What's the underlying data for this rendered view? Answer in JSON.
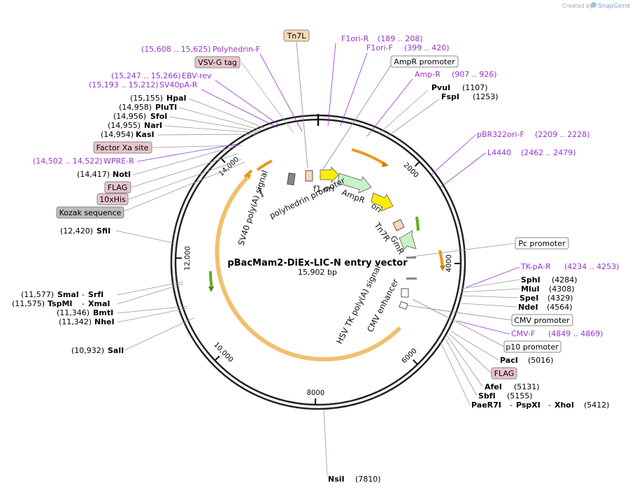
{
  "watermark": {
    "prefix": "Created by",
    "brand": "SnapGene"
  },
  "map": {
    "title": "pBacMam2-DiEx-LIC-N entry vector",
    "length": "15,902 bp",
    "total_bp": 15902
  },
  "colors": {
    "primer": "#9933cc",
    "enzyme": "#000000",
    "backbone": "#222222",
    "orange_arrow": "#ff9900",
    "green_arrow": "#99cc33",
    "tag_pink": "#e8c4cc",
    "gray_box": "#bdbdbd",
    "tn7_box": "#f8d8b8"
  },
  "ticks": [
    {
      "bp": 2000,
      "label": "2000"
    },
    {
      "bp": 4000,
      "label": "4000"
    },
    {
      "bp": 6000,
      "label": "6000"
    },
    {
      "bp": 8000,
      "label": "8000"
    },
    {
      "bp": 10000,
      "label": "10,000"
    },
    {
      "bp": 12000,
      "label": "12,000"
    },
    {
      "bp": 14000,
      "label": "14,000"
    }
  ],
  "feature_labels": {
    "sv40_polya": "SV40 poly(A) signal",
    "polyhedrin": "polyhedrin promoter",
    "f1_ori": "f1 ori",
    "ampr": "AmpR",
    "ori": "ori",
    "tn7r": "Tn7R",
    "gmr": "GmR",
    "hsv_tk": "HSV TK poly(A) signal",
    "cmv_enh": "CMV enhancer"
  },
  "left_labels": [
    {
      "id": "polyhedrin-f",
      "kind": "primer",
      "range": "(15,608 .. 15,625)",
      "name": "Polyhedrin-F"
    },
    {
      "id": "vsvg-tag",
      "kind": "tag",
      "name": "VSV-G tag"
    },
    {
      "id": "ebv-rev",
      "kind": "primer",
      "range": "(15,247 .. 15,266)",
      "name": "EBV-rev"
    },
    {
      "id": "sv40pa-r",
      "kind": "primer",
      "range": "(15,193 .. 15,212)",
      "name": "SV40pA-R"
    },
    {
      "id": "hpai",
      "kind": "enzyme",
      "pos": "(15,155)",
      "name": "HpaI"
    },
    {
      "id": "pluti",
      "kind": "enzyme",
      "pos": "(14,958)",
      "name": "PluTI"
    },
    {
      "id": "sfoi",
      "kind": "enzyme",
      "pos": "(14,956)",
      "name": "SfoI"
    },
    {
      "id": "nari",
      "kind": "enzyme",
      "pos": "(14,955)",
      "name": "NarI"
    },
    {
      "id": "kasi",
      "kind": "enzyme",
      "pos": "(14,954)",
      "name": "KasI"
    },
    {
      "id": "factorxa",
      "kind": "tag",
      "name": "Factor Xa site"
    },
    {
      "id": "wpre-r",
      "kind": "primer",
      "range": "(14,502 .. 14,522)",
      "name": "WPRE-R"
    },
    {
      "id": "noti",
      "kind": "enzyme",
      "pos": "(14,417)",
      "name": "NotI"
    },
    {
      "id": "flag-left",
      "kind": "tag",
      "name": "FLAG"
    },
    {
      "id": "his10",
      "kind": "tag",
      "name": "10xHis"
    },
    {
      "id": "kozak",
      "kind": "gray",
      "name": "Kozak sequence"
    },
    {
      "id": "sfii",
      "kind": "enzyme",
      "pos": "(12,420)",
      "name": "SfiI"
    },
    {
      "id": "smai",
      "kind": "enzyme",
      "pos": "(11,577)",
      "name": "SmaI",
      "name2": "SrfI"
    },
    {
      "id": "tspmi",
      "kind": "enzyme",
      "pos": "(11,575)",
      "name": "TspMI",
      "name2": "XmaI"
    },
    {
      "id": "bmti",
      "kind": "enzyme",
      "pos": "(11,346)",
      "name": "BmtI"
    },
    {
      "id": "nhei",
      "kind": "enzyme",
      "pos": "(11,342)",
      "name": "NheI"
    },
    {
      "id": "sali",
      "kind": "enzyme",
      "pos": "(10,932)",
      "name": "SalI"
    }
  ],
  "top_labels": [
    {
      "id": "tn7l",
      "kind": "tn7",
      "name": "Tn7L"
    },
    {
      "id": "f1ori-r",
      "kind": "primer",
      "name": "F1ori-R",
      "range": "(189 .. 208)"
    },
    {
      "id": "f1ori-f",
      "kind": "primer",
      "name": "F1ori-F",
      "range": "(399 .. 420)"
    },
    {
      "id": "ampr-promoter",
      "kind": "box",
      "name": "AmpR promoter"
    },
    {
      "id": "amp-r",
      "kind": "primer",
      "name": "Amp-R",
      "range": "(907 .. 926)"
    },
    {
      "id": "pvui",
      "kind": "enzyme",
      "name": "PvuI",
      "pos": "(1107)"
    },
    {
      "id": "fspi",
      "kind": "enzyme",
      "name": "FspI",
      "pos": "(1253)"
    }
  ],
  "right_labels": [
    {
      "id": "pbr322ori-f",
      "kind": "primer",
      "name": "pBR322ori-F",
      "range": "(2209 .. 2228)"
    },
    {
      "id": "l4440",
      "kind": "primer",
      "name": "L4440",
      "range": "(2462 .. 2479)"
    },
    {
      "id": "pc-promoter",
      "kind": "box",
      "name": "Pc promoter"
    },
    {
      "id": "tk-pa-r",
      "kind": "primer",
      "name": "TK-pA-R",
      "range": "(4234 .. 4253)"
    },
    {
      "id": "sphi",
      "kind": "enzyme",
      "name": "SphI",
      "pos": "(4284)"
    },
    {
      "id": "mlui",
      "kind": "enzyme",
      "name": "MluI",
      "pos": "(4308)"
    },
    {
      "id": "spei",
      "kind": "enzyme",
      "name": "SpeI",
      "pos": "(4329)"
    },
    {
      "id": "ndei",
      "kind": "enzyme",
      "name": "NdeI",
      "pos": "(4564)"
    },
    {
      "id": "cmv-promoter",
      "kind": "box",
      "name": "CMV promoter"
    },
    {
      "id": "cmv-f",
      "kind": "primer",
      "name": "CMV-F",
      "range": "(4849 .. 4869)"
    },
    {
      "id": "p10-promoter",
      "kind": "box",
      "name": "p10 promoter"
    },
    {
      "id": "paci",
      "kind": "enzyme",
      "name": "PacI",
      "pos": "(5016)"
    },
    {
      "id": "flag-right",
      "kind": "tag",
      "name": "FLAG"
    },
    {
      "id": "afei",
      "kind": "enzyme",
      "name": "AfeI",
      "pos": "(5131)"
    },
    {
      "id": "sbfi",
      "kind": "enzyme",
      "name": "SbfI",
      "pos": "(5155)"
    },
    {
      "id": "paer7i",
      "kind": "enzyme",
      "name": "PaeR7I",
      "name2": "PspXI",
      "name3": "XhoI",
      "pos": "(5412)"
    }
  ],
  "bottom_labels": [
    {
      "id": "nsii",
      "kind": "enzyme",
      "name": "NsiI",
      "pos": "(7810)"
    }
  ]
}
